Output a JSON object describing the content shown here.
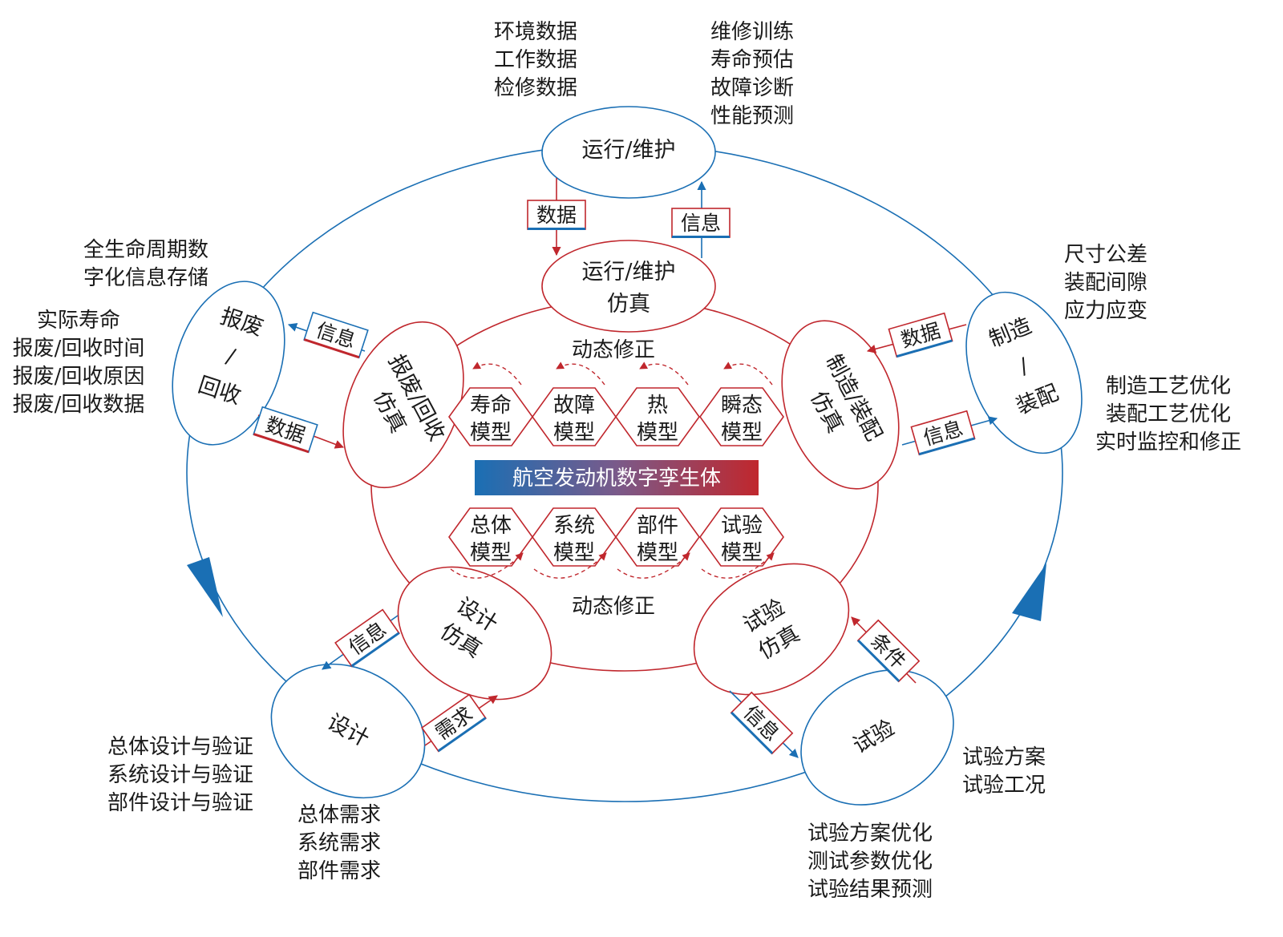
{
  "colors": {
    "blue": "#1a6fb4",
    "red": "#c0272d",
    "text": "#1a1a1a"
  },
  "title": "航空发动机数字孪生体",
  "outer_nodes": {
    "ops": "运行/维护",
    "manufacture": [
      "制造",
      "/",
      "装配"
    ],
    "test": "试验",
    "design": "设计",
    "scrap": [
      "报废",
      "/",
      "回收"
    ]
  },
  "inner_nodes": {
    "ops_sim": [
      "运行/维护",
      "仿真"
    ],
    "mfg_sim": [
      "制造/装配",
      "仿真"
    ],
    "test_sim": [
      "试验",
      "仿真"
    ],
    "design_sim": [
      "设计",
      "仿真"
    ],
    "scrap_sim": [
      "报废/回收",
      "仿真"
    ]
  },
  "hex_top": [
    [
      "寿命",
      "模型"
    ],
    [
      "故障",
      "模型"
    ],
    [
      "热",
      "模型"
    ],
    [
      "瞬态",
      "模型"
    ]
  ],
  "hex_bottom": [
    [
      "总体",
      "模型"
    ],
    [
      "系统",
      "模型"
    ],
    [
      "部件",
      "模型"
    ],
    [
      "试验",
      "模型"
    ]
  ],
  "dynamic_top": "动态修正",
  "dynamic_bottom": "动态修正",
  "tags": {
    "ops_data": "数据",
    "ops_info": "信息",
    "mfg_data": "数据",
    "mfg_info": "信息",
    "test_cond": "条件",
    "test_info": "信息",
    "design_demand": "需求",
    "design_info": "信息",
    "scrap_info": "信息",
    "scrap_data": "数据"
  },
  "labels": {
    "ops_left": [
      "环境数据",
      "工作数据",
      "检修数据"
    ],
    "ops_right": [
      "维修训练",
      "寿命预估",
      "故障诊断",
      "性能预测"
    ],
    "mfg_top": [
      "尺寸公差",
      "装配间隙",
      "应力应变"
    ],
    "mfg_right": [
      "制造工艺优化",
      "装配工艺优化",
      "实时监控和修正"
    ],
    "test_right": [
      "试验方案",
      "试验工况"
    ],
    "test_bottom": [
      "试验方案优化",
      "测试参数优化",
      "试验结果预测"
    ],
    "design_left": [
      "总体设计与验证",
      "系统设计与验证",
      "部件设计与验证"
    ],
    "design_bottom": [
      "总体需求",
      "系统需求",
      "部件需求"
    ],
    "scrap_top": [
      "全生命周期数",
      "字化信息存储"
    ],
    "scrap_left": [
      "实际寿命",
      "报废/回收时间",
      "报废/回收原因",
      "报废/回收数据"
    ]
  }
}
